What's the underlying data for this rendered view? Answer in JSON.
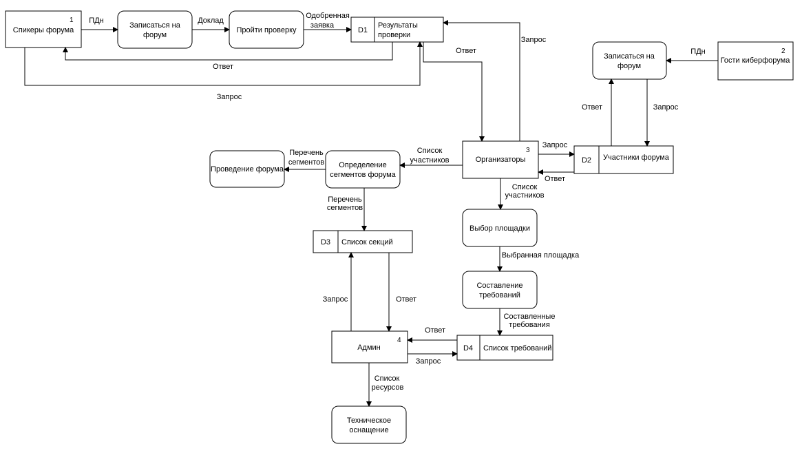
{
  "entities": {
    "e1": {
      "number": "1",
      "label": "Спикеры форума"
    },
    "e2": {
      "number": "2",
      "label": "Гости киберфорума"
    },
    "e3": {
      "number": "3",
      "label": "Организаторы"
    },
    "e4": {
      "number": "4",
      "label": "Админ"
    }
  },
  "processes": {
    "p_register_speakers": {
      "line1": "Записаться на",
      "line2": "форум"
    },
    "p_check": {
      "line1": "Пройти проверку"
    },
    "p_register_guests": {
      "line1": "Записаться на",
      "line2": "форум"
    },
    "p_segments": {
      "line1": "Определение",
      "line2": "сегментов форума"
    },
    "p_conduct": {
      "line1": "Проведение форума"
    },
    "p_venue": {
      "line1": "Выбор площадки"
    },
    "p_requirements": {
      "line1": "Составление",
      "line2": "требований"
    },
    "p_equipment": {
      "line1": "Техническое",
      "line2": "оснащение"
    }
  },
  "stores": {
    "d1": {
      "id": "D1",
      "line1": "Результаты",
      "line2": "проверки"
    },
    "d2": {
      "id": "D2",
      "line1": "Участники форума"
    },
    "d3": {
      "id": "D3",
      "line1": "Список секций"
    },
    "d4": {
      "id": "D4",
      "line1": "Список требований"
    }
  },
  "flows": {
    "f_pdn1": {
      "line1": "ПДн"
    },
    "f_report": {
      "line1": "Доклад"
    },
    "f_approved": {
      "line1": "Одобренная",
      "line2": "заявка"
    },
    "f_answer_d1_e1": {
      "line1": "Ответ"
    },
    "f_request_e1_d1": {
      "line1": "Запрос"
    },
    "f_request_e3_d1": {
      "line1": "Запрос"
    },
    "f_answer_d1_e3": {
      "line1": "Ответ"
    },
    "f_pdn2": {
      "line1": "ПДн"
    },
    "f_answer_reg_d2": {
      "line1": "Ответ"
    },
    "f_request_reg_d2": {
      "line1": "Запрос"
    },
    "f_request_e3_d2": {
      "line1": "Запрос"
    },
    "f_answer_d2_e3": {
      "line1": "Ответ"
    },
    "f_participants_seg": {
      "line1": "Список",
      "line2": "участников"
    },
    "f_segments_conduct": {
      "line1": "Перечень",
      "line2": "сегментов"
    },
    "f_segments_d3": {
      "line1": "Перечень",
      "line2": "сегментов"
    },
    "f_participants_venue": {
      "line1": "Список",
      "line2": "участников"
    },
    "f_selected_venue": {
      "line1": "Выбранная площадка"
    },
    "f_made_requirements": {
      "line1": "Составленные",
      "line2": "требования"
    },
    "f_request_e4_d3": {
      "line1": "Запрос"
    },
    "f_answer_d3_e4": {
      "line1": "Ответ"
    },
    "f_answer_d4_e4": {
      "line1": "Ответ"
    },
    "f_request_e4_d4": {
      "line1": "Запрос"
    },
    "f_resources": {
      "line1": "Список",
      "line2": "ресурсов"
    }
  }
}
